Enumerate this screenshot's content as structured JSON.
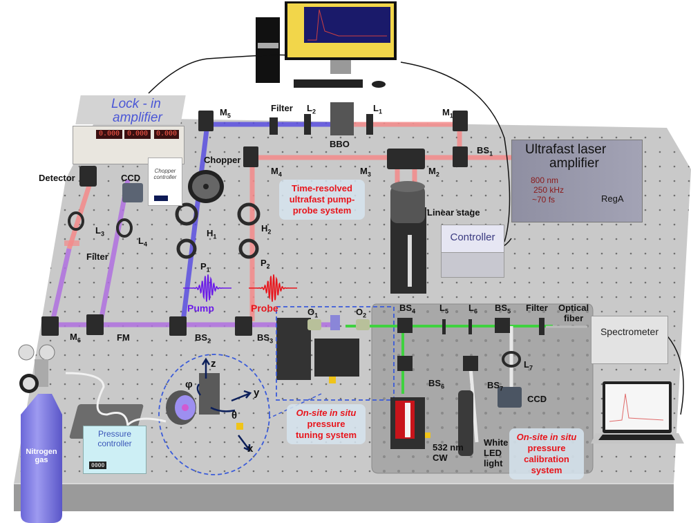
{
  "title": "Time-resolved ultrafast pump-probe experimental setup with on-site in situ pressure tuning and calibration",
  "colors": {
    "table_top": "#c9c9c9",
    "table_edge": "#9a9a9a",
    "pump_beam": "#5a4fe0",
    "probe_beam": "#f48a8a",
    "mixed_beam": "#b070e0",
    "green_beam": "#3fd23f",
    "system_label_text": "#e8141b",
    "system_label_bg": "#d6e4ee",
    "lockin_text": "#4a56d6",
    "nitrogen_cylinder": "#7d7ae0",
    "pressure_controller": "#cdeff5",
    "laser_box": "#9c9cae",
    "dashed_outline": "#3a5bd9"
  },
  "instruments": {
    "lockin": {
      "line1": "Lock - in",
      "line2": "amplifier",
      "displays": [
        "0.000",
        "0.000",
        "0.000"
      ]
    },
    "laser": {
      "line1": "Ultrafast laser",
      "line2": "amplifier",
      "wavelength": "800 nm",
      "rep_rate": "250 kHz",
      "pulse": "~70 fs",
      "model": "RegA"
    },
    "controller": "Controller",
    "chopper_controller": {
      "line1": "Chopper",
      "line2": "controller"
    },
    "spectrometer": "Spectrometer",
    "pressure_controller": {
      "line1": "Pressure",
      "line2": "controller",
      "display": "0000"
    },
    "nitrogen": {
      "line1": "Nitrogen",
      "line2": "gas"
    }
  },
  "components": {
    "M1": {
      "base": "M",
      "sub": "1"
    },
    "M2": {
      "base": "M",
      "sub": "2"
    },
    "M3": {
      "base": "M",
      "sub": "3"
    },
    "M4": {
      "base": "M",
      "sub": "4"
    },
    "M5": {
      "base": "M",
      "sub": "5"
    },
    "M6": {
      "base": "M",
      "sub": "6"
    },
    "L1": {
      "base": "L",
      "sub": "1"
    },
    "L2": {
      "base": "L",
      "sub": "2"
    },
    "L3": {
      "base": "L",
      "sub": "3"
    },
    "L4": {
      "base": "L",
      "sub": "4"
    },
    "L5": {
      "base": "L",
      "sub": "5"
    },
    "L6": {
      "base": "L",
      "sub": "6"
    },
    "L7": {
      "base": "L",
      "sub": "7"
    },
    "BS1": {
      "base": "BS",
      "sub": "1"
    },
    "BS2": {
      "base": "BS",
      "sub": "2"
    },
    "BS3": {
      "base": "BS",
      "sub": "3"
    },
    "BS4": {
      "base": "BS",
      "sub": "4"
    },
    "BS5": {
      "base": "BS",
      "sub": "5"
    },
    "BS6": {
      "base": "BS",
      "sub": "6"
    },
    "BS7": {
      "base": "BS",
      "sub": "7"
    },
    "H1": {
      "base": "H",
      "sub": "1"
    },
    "H2": {
      "base": "H",
      "sub": "2"
    },
    "P1": {
      "base": "P",
      "sub": "1"
    },
    "P2": {
      "base": "P",
      "sub": "2"
    },
    "O1": {
      "base": "O",
      "sub": "1"
    },
    "O2": {
      "base": "O",
      "sub": "2"
    },
    "FM": "FM",
    "BBO": "BBO",
    "filter_top": "Filter",
    "filter_left": "Filter",
    "filter_right": "Filter",
    "chopper": "Chopper",
    "detector": "Detector",
    "ccd_left": "CCD",
    "ccd_right": "CCD",
    "linear_stage": "Linear stage",
    "optical_fiber": {
      "line1": "Optical",
      "line2": "fiber"
    },
    "cw_laser": {
      "line1": "532 nm",
      "line2": "CW"
    },
    "led": {
      "line1": "White",
      "line2": "LED",
      "line3": "light"
    }
  },
  "pulses": {
    "pump": "Pump",
    "probe": "Probe"
  },
  "axes": {
    "x": "x",
    "y": "y",
    "z": "z",
    "theta": "θ",
    "phi": "φ"
  },
  "systems": {
    "pump_probe": {
      "line1": "Time-resolved",
      "line2": "ultrafast pump-",
      "line3": "probe system"
    },
    "tuning": {
      "line1": "On-site in situ",
      "line2": "pressure",
      "line3": "tuning system"
    },
    "calibration": {
      "line1": "On-site in situ",
      "line2": "pressure",
      "line3": "calibration",
      "line4": "system"
    }
  }
}
